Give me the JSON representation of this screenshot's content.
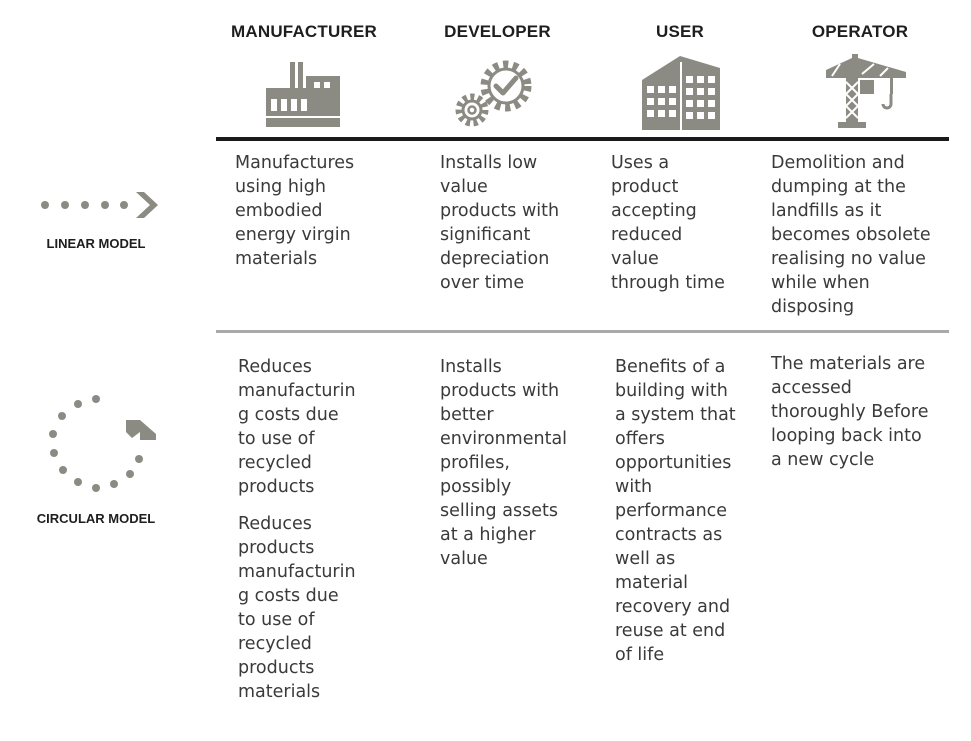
{
  "columns": [
    "MANUFACTURER",
    "DEVELOPER",
    "USER",
    "OPERATOR"
  ],
  "icons": [
    "factory-icon",
    "gears-checkmark-icon",
    "office-building-icon",
    "tower-crane-icon"
  ],
  "colors": {
    "icon": "#8b8b83",
    "header_rule": "#1a1a1a",
    "divider": "#a9a9a9"
  },
  "rows": [
    {
      "model": "LINEAR MODEL",
      "cells": [
        "Manufactures\nusing high\nembodied\nenergy  virgin\nmaterials",
        "Installs low\nvalue\nproducts  with\nsignificant\ndepreciation\nover time",
        "Uses a\nproduct\naccepting\nreduced\nvalue\nthrough time",
        "Demolition and\ndumping at the\nlandfills as it\nbecomes  obsolete\nrealising no  value\nwhile when\ndisposing"
      ]
    },
    {
      "model": "CIRCULAR MODEL",
      "cells": [
        "Reduces\nmanufacturin\ng  costs due\nto  use of\nrecycled\nproducts",
        "Installs\nproducts  with\nbetter\nenvironmental\nprofiles,\npossibly\nselling assets\nat  a higher\nvalue",
        "Benefits of a\nbuilding with\na  system that\noffers\nopportunities\nwith\nperformance\ncontracts as\nwell as\nmaterial\nrecovery and\nreuse at end\nof  life",
        "The materials are\naccessed\nthoroughly  Before\nlooping back  into\na new cycle"
      ],
      "extra_cell": "Reduces\nproducts\nmanufacturin\ng  costs due\nto  use of\nrecycled\nproducts\nmaterials"
    }
  ]
}
